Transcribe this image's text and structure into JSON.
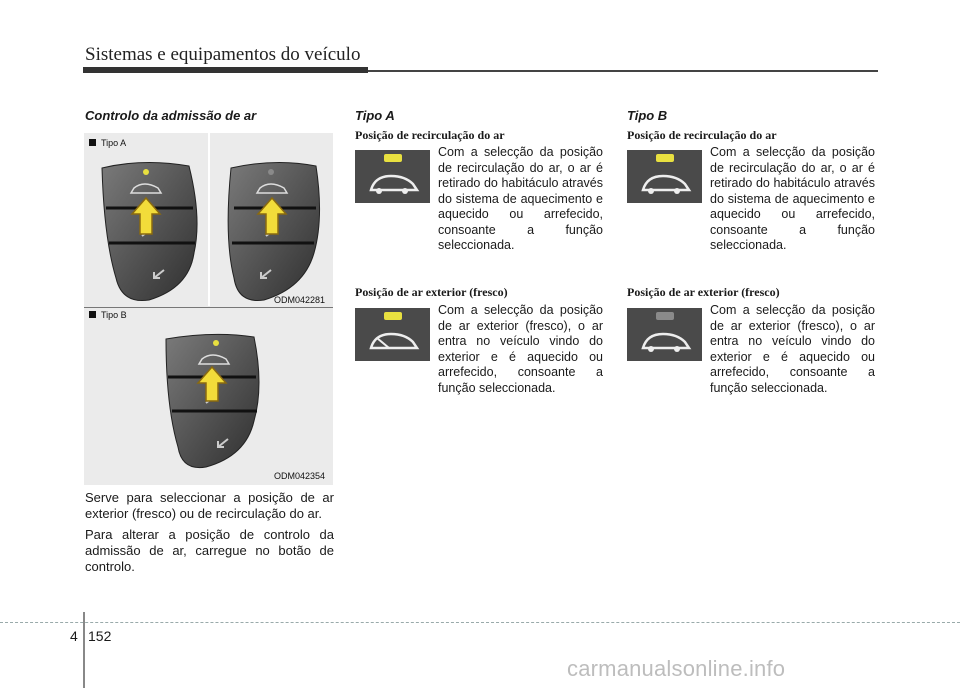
{
  "header": {
    "title": "Sistemas e equipamentos do veículo"
  },
  "left": {
    "heading": "Controlo da admissão de ar",
    "fig_a_label": "Tipo A",
    "fig_a_code": "ODM042281",
    "fig_b_label": "Tipo B",
    "fig_b_code": "ODM042354",
    "para1": "Serve para seleccionar a posição de ar exterior (fresco) ou de recirculação do ar.",
    "para2": "Para alterar a posição de controlo da admissão de ar, carregue no botão de controlo."
  },
  "tipo_a": {
    "heading": "Tipo A",
    "recirc_title": "Posição de recirculação do ar",
    "recirc_text": "Com a selecção da posição de recirculação do ar, o ar é retirado do habitáculo através do sistema de aquecimento e aquecido ou arrefecido, consoante a função seleccionada.",
    "fresh_title": "Posição de ar exterior (fresco)",
    "fresh_text": "Com a selecção da posição de ar exterior (fresco), o ar entra no veículo vindo do exterior e é aquecido ou arrefecido, consoante a função seleccionada."
  },
  "tipo_b": {
    "heading": "Tipo B",
    "recirc_title": "Posição de recirculação do ar",
    "recirc_text": "Com a selecção da posição de recirculação do ar, o ar é retirado do habitáculo através do sistema de aquecimento e aquecido ou arrefecido, consoante a função seleccionada.",
    "fresh_title": "Posição de ar exterior (fresco)",
    "fresh_text": "Com a selecção da posição de ar exterior (fresco), o ar entra no veículo vindo do exterior e é aquecido ou arrefecido, consoante a função seleccionada."
  },
  "footer": {
    "chapter": "4",
    "page": "152",
    "watermark": "carmanualsonline.info"
  },
  "colors": {
    "indicator_on": "#e8e040",
    "indicator_off": "#8a8a8a",
    "arrow": "#f2dc3a"
  },
  "icons": [
    "recirculation-icon",
    "fresh-air-icon",
    "up-arrow-icon",
    "defrost-icon",
    "floor-vent-icon"
  ]
}
